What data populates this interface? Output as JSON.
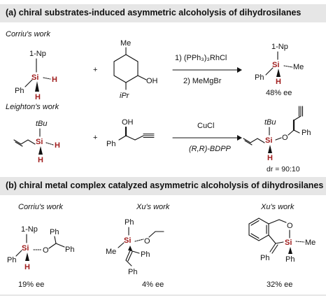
{
  "section_a": {
    "title": "(a) chiral substrates-induced asymmetric alcoholysis of dihydrosilanes",
    "corriu": {
      "heading": "Corriu's work",
      "reagent1": "1) (PPh₃)₃RhCl",
      "reagent2": "2) MeMgBr",
      "result": "48% ee",
      "labels": {
        "np": "1-Np",
        "si": "Si",
        "ph": "Ph",
        "h": "H",
        "me": "Me",
        "ipr": "iPr",
        "oh": "OH"
      }
    },
    "leighton": {
      "heading": "Leighton's work",
      "reagent1": "CuCl",
      "reagent2": "(R,R)-BDPP",
      "result": "dr = 90:10",
      "labels": {
        "tbu": "tBu",
        "si": "Si",
        "h": "H",
        "oh": "OH",
        "ph": "Ph",
        "o": "O"
      }
    }
  },
  "section_b": {
    "title": "(b) chiral metal complex catalyzed asymmetric alcoholysis of dihydrosilanes",
    "corriu": {
      "heading": "Corriu's work",
      "result": "19% ee"
    },
    "xu1": {
      "heading": "Xu's work",
      "result": "4% ee"
    },
    "xu2": {
      "heading": "Xu's work",
      "result": "32% ee"
    }
  },
  "colors": {
    "banner": "#e6e6e6",
    "silicon": "#a01e1e",
    "bond": "#111111"
  }
}
